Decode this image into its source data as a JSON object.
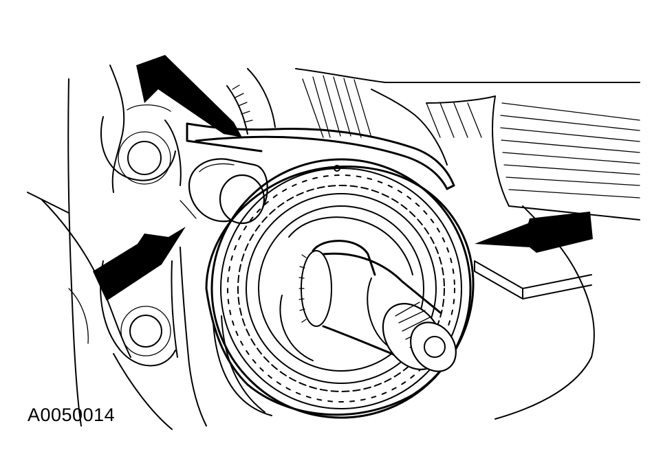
{
  "figure": {
    "id_label": "A0050014",
    "components": [
      "housing",
      "mounting-bolt-holes",
      "spring-clip",
      "guide-pin",
      "synchronizer-ring",
      "gear",
      "splined-shaft",
      "callout-arrows"
    ],
    "arrow_count": 3
  }
}
